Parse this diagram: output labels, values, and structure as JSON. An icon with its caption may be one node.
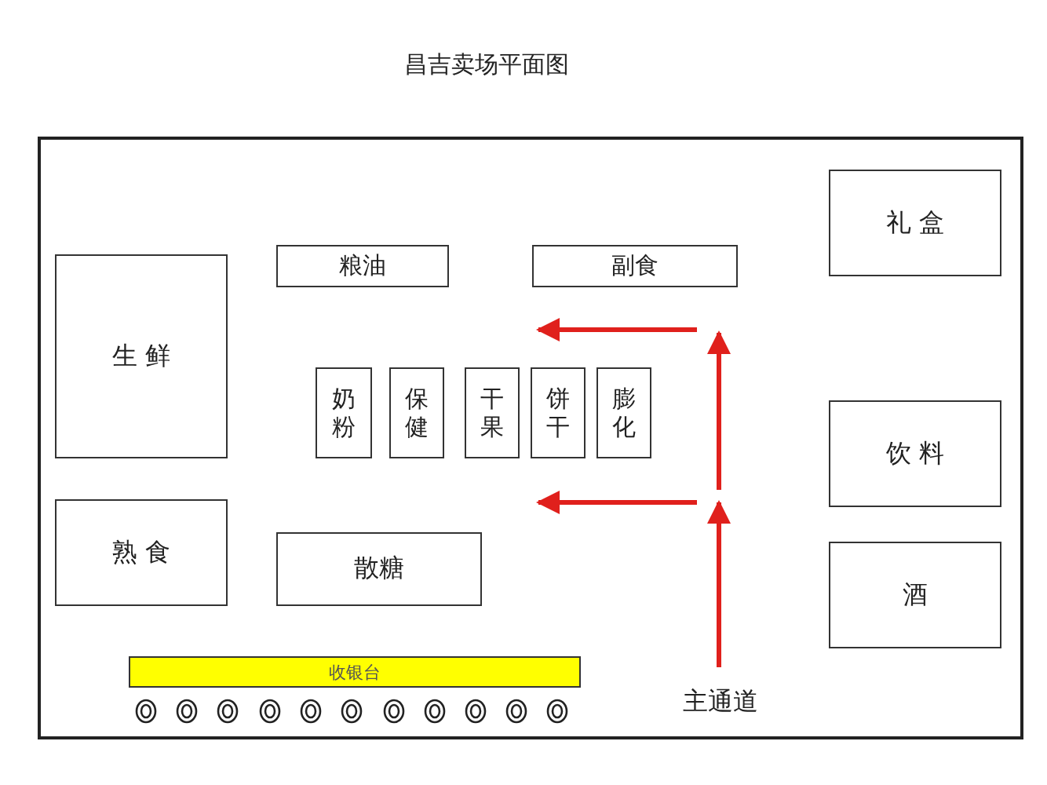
{
  "diagram": {
    "title": "昌吉卖场平面图",
    "nodes": [
      {
        "text": [
          "生 鲜"
        ]
      },
      {
        "text": [
          "粮油"
        ]
      },
      {
        "text": [
          "副食"
        ]
      },
      {
        "text": [
          "礼 盒"
        ]
      },
      {
        "text": [
          "奶粉"
        ]
      },
      {
        "text": [
          "保健"
        ]
      },
      {
        "text": [
          "干果"
        ]
      },
      {
        "text": [
          "饼干"
        ]
      },
      {
        "text": [
          "膨化"
        ]
      },
      {
        "text": [
          "饮 料"
        ]
      },
      {
        "text": [
          "熟 食"
        ]
      },
      {
        "text": [
          "散糖"
        ]
      },
      {
        "text": [
          "酒"
        ]
      },
      {
        "text": [
          "收银台"
        ]
      },
      {
        "text": [],
        "shape": "circle"
      },
      {
        "text": [],
        "shape": "circle"
      },
      {
        "text": [],
        "shape": "circle"
      },
      {
        "text": [],
        "shape": "circle"
      },
      {
        "text": [],
        "shape": "circle"
      },
      {
        "text": [],
        "shape": "circle"
      },
      {
        "text": [],
        "shape": "circle"
      },
      {
        "text": [],
        "shape": "circle"
      },
      {
        "text": [],
        "shape": "circle"
      },
      {
        "text": [],
        "shape": "circle"
      },
      {
        "text": [],
        "shape": "circle"
      }
    ],
    "labels": [
      "主通道"
    ]
  }
}
